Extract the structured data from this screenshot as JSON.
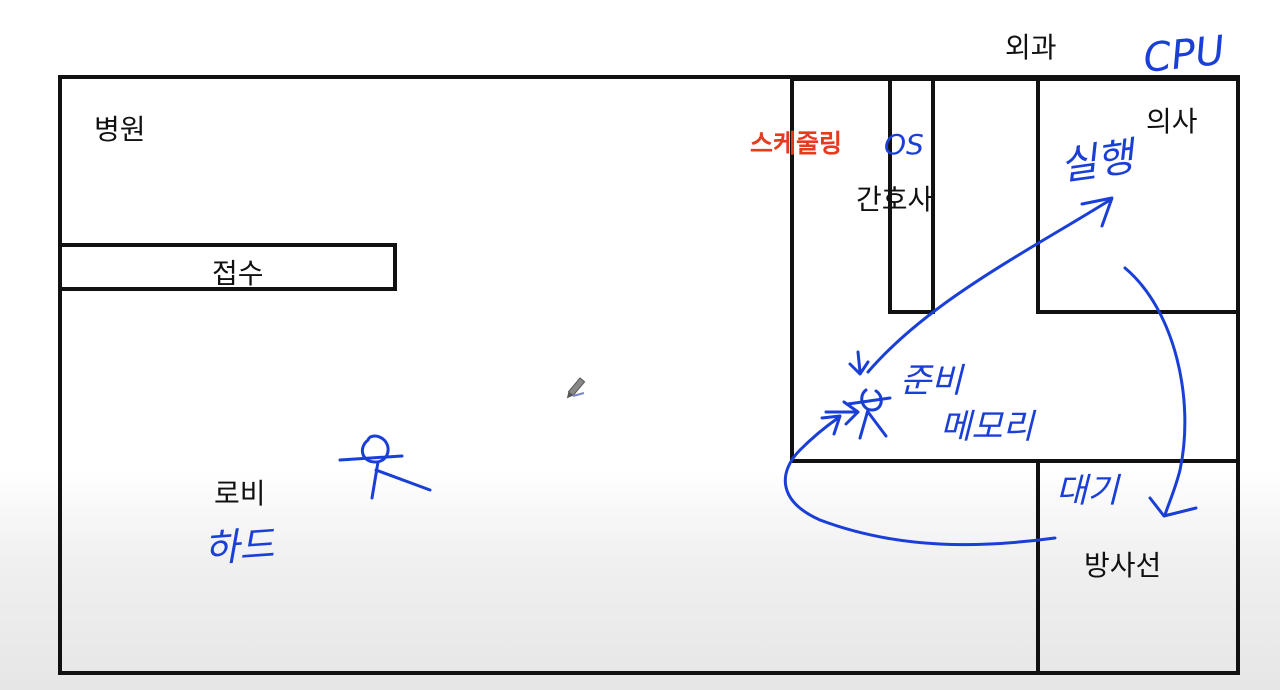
{
  "labels": {
    "hospital": "병원",
    "reception": "접수",
    "lobby": "로비",
    "surgery": "외과",
    "nurse": "간호사",
    "doctor": "의사",
    "radiology": "방사선",
    "scheduling": "스케줄링"
  },
  "handwriting": {
    "cpu": "CPU",
    "os": "OS",
    "run": "실행",
    "ready": "준비",
    "memory": "메모리",
    "wait": "대기",
    "hard": "하드"
  },
  "colors": {
    "ink_black": "#111111",
    "ink_blue": "#1a3fd6",
    "label_red": "#e63b1f"
  }
}
